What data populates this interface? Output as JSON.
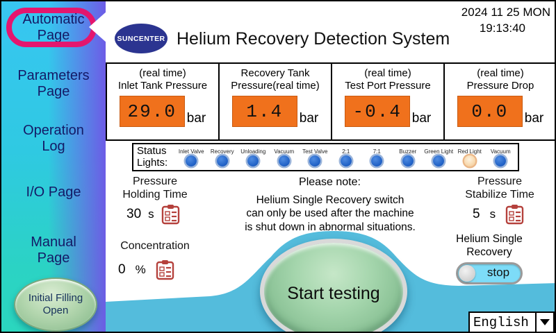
{
  "datetime": {
    "date": "2024 11 25 MON",
    "time": "19:13:40"
  },
  "header": {
    "logo_text": "SUNCENTER",
    "title": "Helium Recovery Detection System"
  },
  "sidebar": {
    "items": [
      {
        "label": "Automatic\nPage",
        "active": true
      },
      {
        "label": "Parameters\nPage",
        "active": false
      },
      {
        "label": "Operation\nLog",
        "active": false
      },
      {
        "label": "I/O Page",
        "active": false
      },
      {
        "label": "Manual\nPage",
        "active": false
      }
    ],
    "initial_filling_button": "Initial Filling\nOpen"
  },
  "panels": [
    {
      "label": "(real time)\nInlet Tank Pressure",
      "value": "29.0",
      "unit": "bar"
    },
    {
      "label": "Recovery Tank\nPressure(real time)",
      "value": "1.4",
      "unit": "bar"
    },
    {
      "label": "(real time)\nTest Port Pressure",
      "value": "-0.4",
      "unit": "bar"
    },
    {
      "label": "(real time)\nPressure Drop",
      "value": "0.0",
      "unit": "bar"
    }
  ],
  "status": {
    "caption": "Status\nLights:",
    "lights": [
      {
        "label": "Inlet Valve",
        "on": false
      },
      {
        "label": "Recovery",
        "on": false
      },
      {
        "label": "Unloading",
        "on": false
      },
      {
        "label": "Vacuum",
        "on": false
      },
      {
        "label": "Test Valve",
        "on": false
      },
      {
        "label": "2:1",
        "on": false
      },
      {
        "label": "7:1",
        "on": false
      },
      {
        "label": "Buzzer",
        "on": false
      },
      {
        "label": "Green Light",
        "on": false
      },
      {
        "label": "Red Light",
        "on": true
      },
      {
        "label": "Vacuum",
        "on": false
      }
    ]
  },
  "parameters": {
    "pressure_holding_time": {
      "label": "Pressure\nHolding Time",
      "value": "30",
      "unit": "s"
    },
    "pressure_stabilize_time": {
      "label": "Pressure\nStabilize Time",
      "value": "5",
      "unit": "s"
    },
    "concentration": {
      "label": "Concentration",
      "value": "0",
      "unit": "%"
    }
  },
  "notice": {
    "title": "Please note:",
    "body": "Helium Single Recovery switch\ncan only be used after the machine\nis shut down in abnormal situations."
  },
  "start_button_label": "Start testing",
  "helium_single_recovery": {
    "label": "Helium Single\nRecovery",
    "state": "stop"
  },
  "language": {
    "selected": "English"
  },
  "colors": {
    "value_box_orange": "#f0711c",
    "wave_teal": "#54bcdc",
    "highlight_pink": "#e4166e",
    "logo_blue": "#2b3490",
    "light_off_blue": "#1e5fc4",
    "light_on_amber": "#f8d9ae",
    "start_button_green": "#a4d5ac",
    "toggle_cyan": "#7ddcf8",
    "sidebar_cyan": "#38c6f2",
    "sidebar_purple": "#7056e6",
    "sidebar_turquoise": "#2bd6be"
  }
}
